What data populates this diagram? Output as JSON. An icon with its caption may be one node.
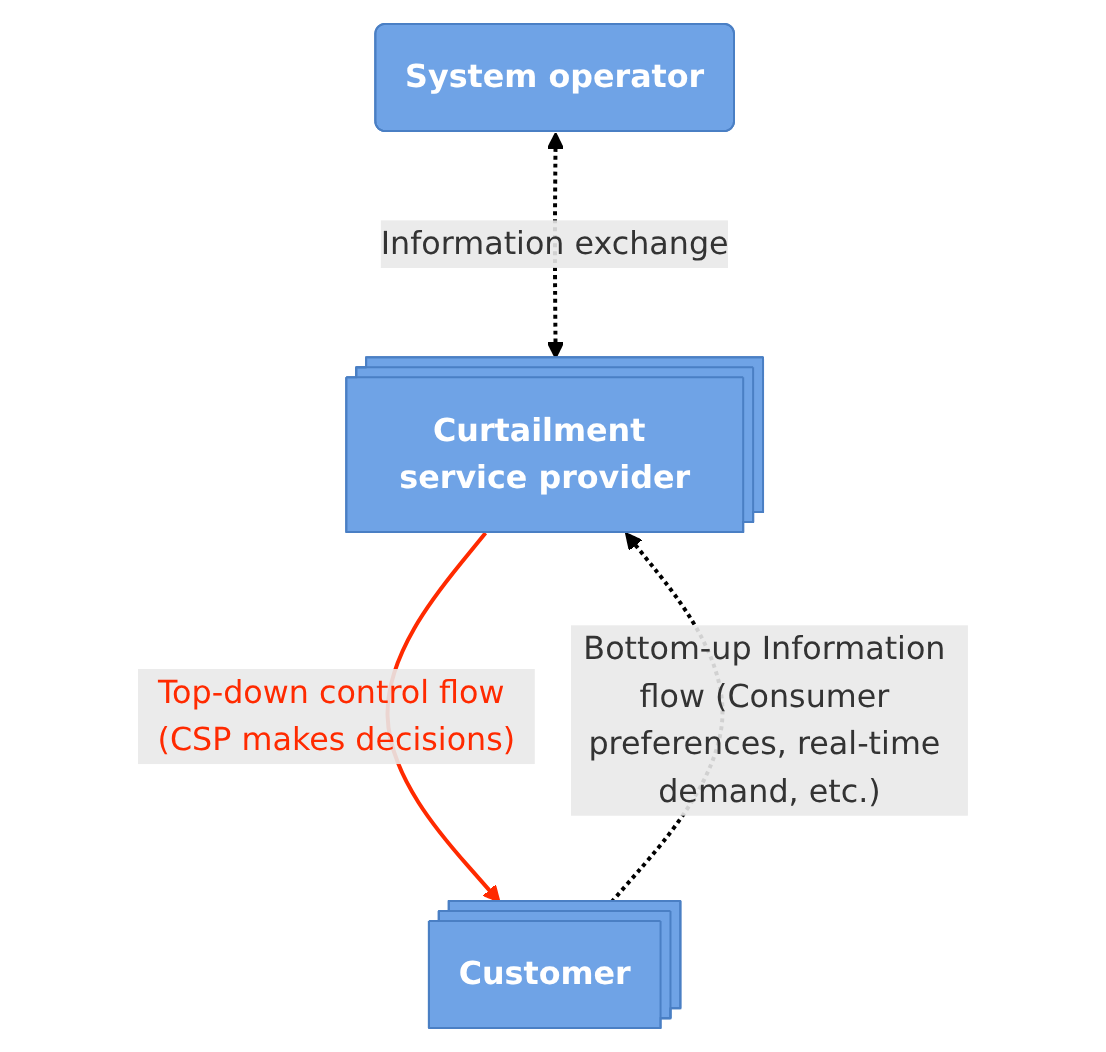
{
  "diagram": {
    "nodes": [
      {
        "text": [
          "System operator"
        ]
      },
      {
        "text": [
          "Curtailment service provider"
        ]
      },
      {
        "text": [
          "Customer"
        ]
      }
    ],
    "edges": [
      {
        "from": 0,
        "to": 1,
        "arrow": "both",
        "style": "dashed",
        "label": "Information exchange"
      },
      {
        "from": 1,
        "to": 2,
        "arrow": "to",
        "color": "#ff2a00",
        "label": "Top-down control flow (CSP makes decisions)"
      },
      {
        "from": 2,
        "to": 1,
        "arrow": "to",
        "style": "dashed",
        "label": "Bottom-up Information flow (Consumer preferences, real-time demand, etc.)"
      }
    ]
  }
}
